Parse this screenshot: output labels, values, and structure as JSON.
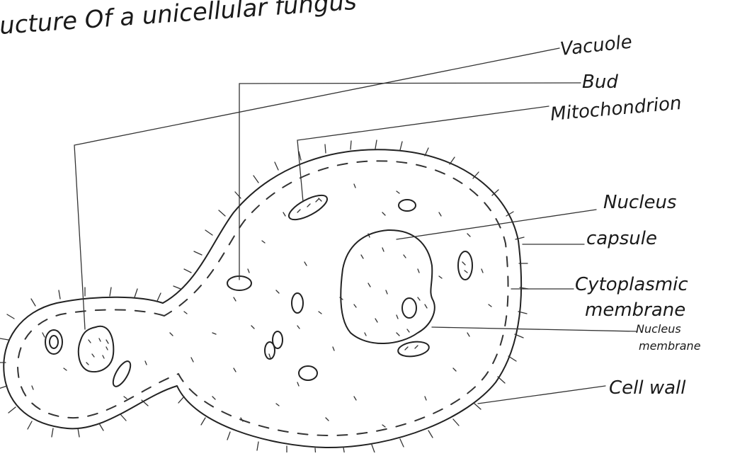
{
  "title": "ucture Of a unicellular fungus",
  "labels": {
    "vacuole": "Vacuole",
    "bud": "Bud",
    "mitochondrion": "Mitochondrion",
    "nucleus": "Nucleus",
    "capsule": "capsule",
    "cytoplasmic_membrane_1": "Cytoplasmic",
    "cytoplasmic_membrane_2": "membrane",
    "nucleus_membrane_1": "Nucleus",
    "nucleus_membrane_2": "membrane",
    "cell_wall": "Cell wall"
  }
}
